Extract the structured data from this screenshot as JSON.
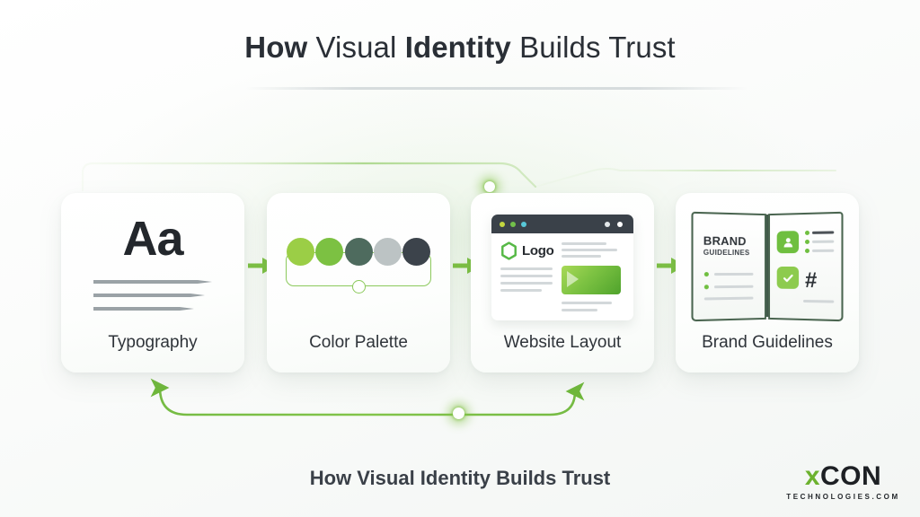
{
  "title": {
    "part1": "How ",
    "part2": "Visual ",
    "part3": "Identity ",
    "part4": "Builds Trust"
  },
  "footer": {
    "caption": "How Visual Identity Builds Trust",
    "logo_x": "x",
    "logo_con": "CON",
    "logo_sub": "TECHNOLOGIES.COM"
  },
  "cards": [
    {
      "id": "typography",
      "label": "Typography",
      "sample_glyphs": "Aa"
    },
    {
      "id": "color-palette",
      "label": "Color Palette",
      "swatches": [
        "#9bce46",
        "#7cc142",
        "#4e6b5e",
        "#bcc3c4",
        "#3c434b"
      ]
    },
    {
      "id": "website-layout",
      "label": "Website Layout",
      "logo_text": "Logo",
      "titlebar_dots": [
        "#c3d63f",
        "#72c04a",
        "#58c8d8",
        "#e8ecee",
        "#ffffff"
      ]
    },
    {
      "id": "brand-guidelines",
      "label": "Brand Guidelines",
      "page_title_line1": "BRAND",
      "page_title_line2": "GUIDELINES",
      "hash_symbol": "#"
    }
  ],
  "colors": {
    "accent_green": "#7cc142",
    "connector_green": "#78bf45",
    "dark_text": "#2a2f36",
    "titlebar": "#3a4149"
  }
}
